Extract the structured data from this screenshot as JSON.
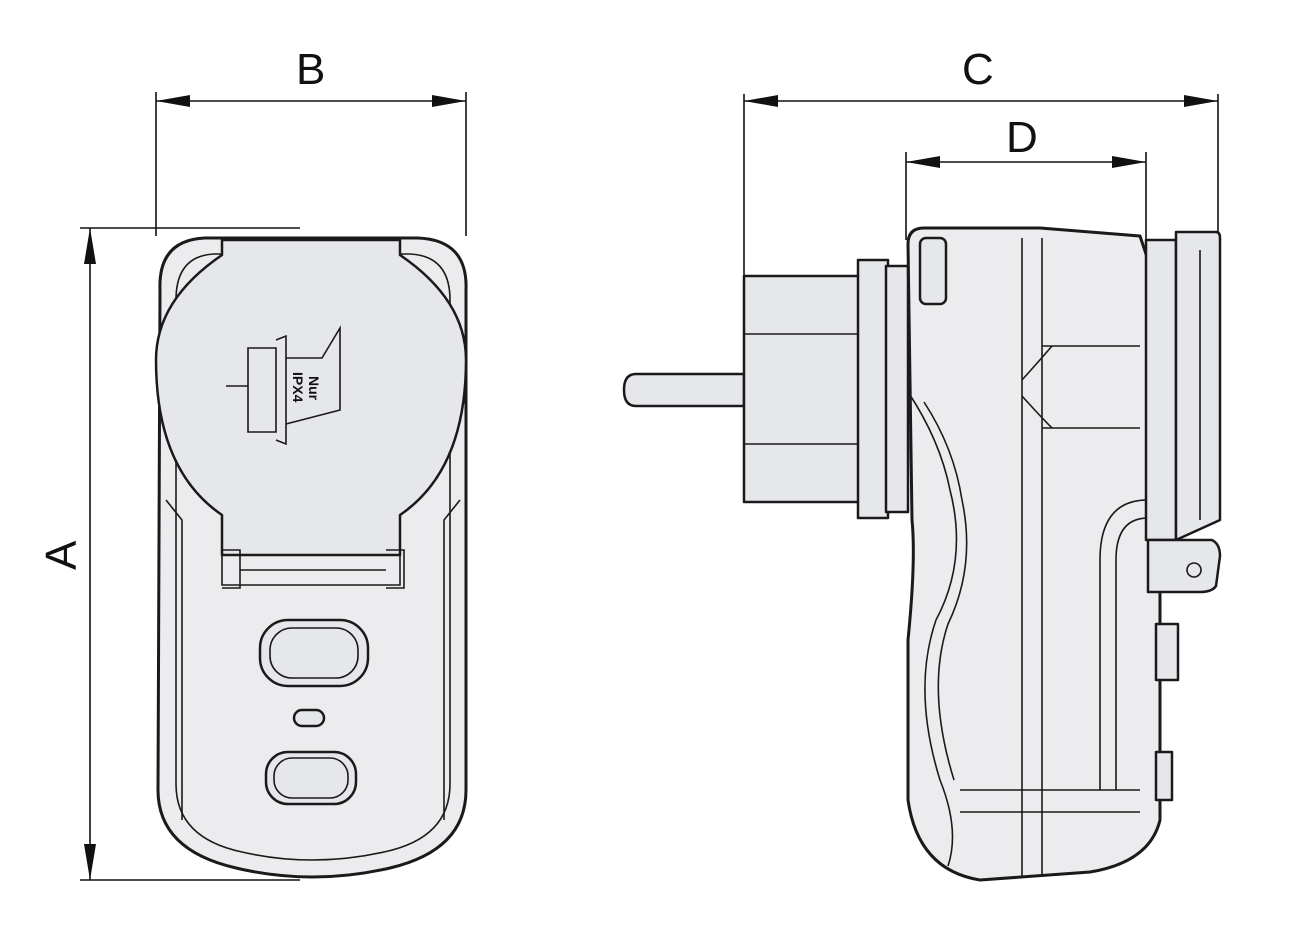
{
  "dimensions": {
    "a": {
      "label": "A"
    },
    "b": {
      "label": "B"
    },
    "c": {
      "label": "C"
    },
    "d": {
      "label": "D"
    }
  },
  "front_view": {
    "lid_icon": {
      "line1": "Nur",
      "line2": "IPX4"
    }
  },
  "colors": {
    "line": "#1a1a1a",
    "fill": "#ececef"
  }
}
